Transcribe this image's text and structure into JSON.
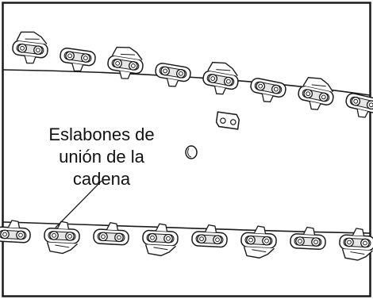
{
  "callout": {
    "lines": [
      "Eslabones de",
      "unión de la",
      "cadena"
    ]
  },
  "colors": {
    "ink": "#1a1a1a",
    "chain_shade": "#e6e6e6",
    "background": "#ffffff"
  }
}
